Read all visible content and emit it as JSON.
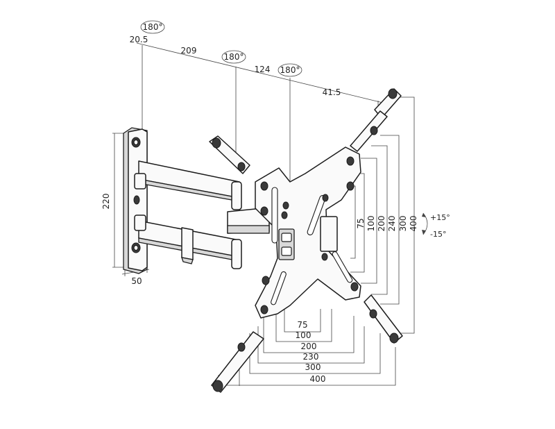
{
  "diagram": {
    "rotation_badges": [
      "180°",
      "180°",
      "180°"
    ],
    "top_dims": [
      "20.5",
      "209",
      "124",
      "41.5"
    ],
    "wall_height": "220",
    "wall_depth": "50",
    "tilt": [
      "+15°",
      "-15°"
    ],
    "vesa_vertical": [
      "75",
      "100",
      "200",
      "240",
      "300",
      "400"
    ],
    "vesa_horizontal": [
      "75",
      "100",
      "200",
      "230",
      "300",
      "400"
    ]
  }
}
